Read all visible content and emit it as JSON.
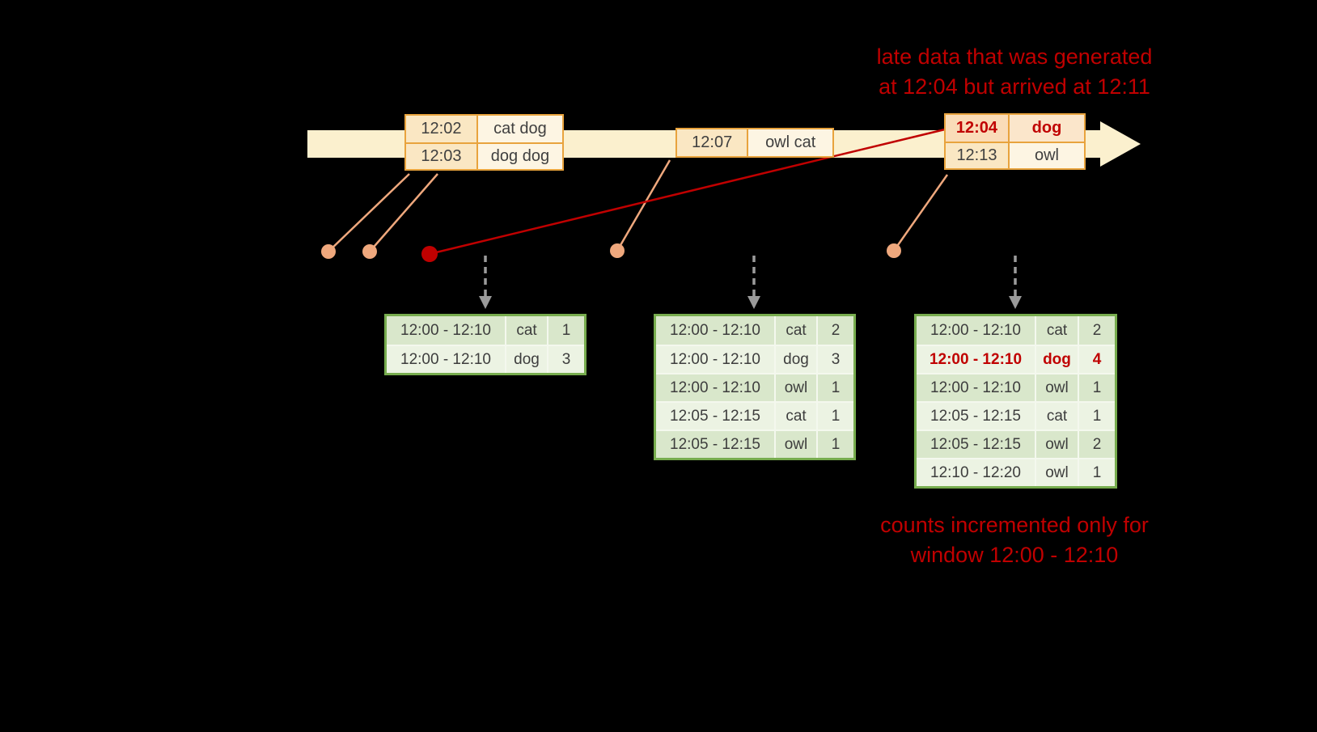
{
  "colors": {
    "background": "#000000",
    "timeline_arrow": "#FBF0CE",
    "event_table_border": "#E8A33D",
    "event_cell_time": "#FAE7C3",
    "event_cell_words": "#FDF5E3",
    "result_table_border": "#77AC4E",
    "result_row_dark": "#D9E7CB",
    "result_row_light": "#ECF3E3",
    "connector_dot": "#EFA87D",
    "late_red": "#C00000",
    "trigger_arrow_gray": "#9B9B9B"
  },
  "annotations": {
    "late_data_line1": "late data that was generated",
    "late_data_line2": "at 12:04 but arrived at 12:11",
    "counts_line1": "counts incremented only for",
    "counts_line2": "window 12:00 - 12:10"
  },
  "event_tables": [
    {
      "rows": [
        {
          "time": "12:02",
          "words": "cat dog"
        },
        {
          "time": "12:03",
          "words": "dog dog"
        }
      ]
    },
    {
      "rows": [
        {
          "time": "12:07",
          "words": "owl cat"
        }
      ]
    },
    {
      "rows": [
        {
          "time": "12:04",
          "words": "dog",
          "highlight": true
        },
        {
          "time": "12:13",
          "words": "owl"
        }
      ]
    }
  ],
  "result_tables": [
    {
      "rows": [
        {
          "window": "12:00 - 12:10",
          "word": "cat",
          "count": "1"
        },
        {
          "window": "12:00 - 12:10",
          "word": "dog",
          "count": "3"
        }
      ]
    },
    {
      "rows": [
        {
          "window": "12:00 - 12:10",
          "word": "cat",
          "count": "2"
        },
        {
          "window": "12:00 - 12:10",
          "word": "dog",
          "count": "3"
        },
        {
          "window": "12:00 - 12:10",
          "word": "owl",
          "count": "1"
        },
        {
          "window": "12:05 - 12:15",
          "word": "cat",
          "count": "1"
        },
        {
          "window": "12:05 - 12:15",
          "word": "owl",
          "count": "1"
        }
      ]
    },
    {
      "rows": [
        {
          "window": "12:00 - 12:10",
          "word": "cat",
          "count": "2"
        },
        {
          "window": "12:00 - 12:10",
          "word": "dog",
          "count": "4",
          "highlight": true
        },
        {
          "window": "12:00 - 12:10",
          "word": "owl",
          "count": "1"
        },
        {
          "window": "12:05 - 12:15",
          "word": "cat",
          "count": "1"
        },
        {
          "window": "12:05 - 12:15",
          "word": "owl",
          "count": "2"
        },
        {
          "window": "12:10 - 12:20",
          "word": "owl",
          "count": "1"
        }
      ]
    }
  ]
}
